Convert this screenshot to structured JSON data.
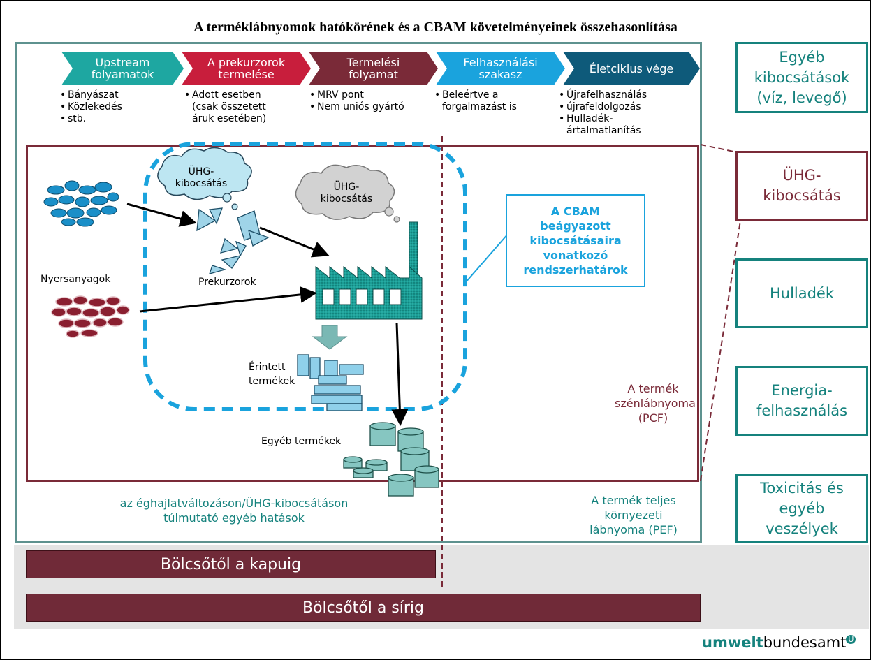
{
  "title": "A terméklábnyomok hatókörének és a CBAM követelményeinek összehasonlítása",
  "stages": [
    {
      "label": "Upstream\nfolyamatok",
      "color": "#1ea7a1"
    },
    {
      "label": "A prekurzorok\ntermelése",
      "color": "#c81e3c"
    },
    {
      "label": "Termelési\nfolyamat",
      "color": "#7a2a38"
    },
    {
      "label": "Felhasználási\nszakasz",
      "color": "#1aa3dd"
    },
    {
      "label": "Életciklus vége",
      "color": "#0e5a7a"
    }
  ],
  "stage_bullets": [
    [
      "Bányászat",
      "Közlekedés",
      "stb."
    ],
    [
      "Adott esetben\n(csak összetett\náruk esetében)"
    ],
    [
      "MRV pont",
      "Nem uniós gyártó"
    ],
    [
      "Beleértve a\nforgalmazást is"
    ],
    [
      "Újrafelhasználás",
      "újrafeldolgozás",
      "Hulladék-\nártalmatlanítás"
    ]
  ],
  "side_boxes": [
    {
      "label": "Egyéb\nkibocsátások\n(víz, levegő)"
    },
    {
      "label": "ÜHG-\nkibocsátás"
    },
    {
      "label": "Hulladék"
    },
    {
      "label": "Energia-\nfelhasználás"
    },
    {
      "label": "Toxicitás és\negyéb\nveszélyek"
    }
  ],
  "diagram": {
    "cloud1": "ÜHG-\nkibocsátás",
    "cloud2": "ÜHG-\nkibocsátás",
    "raw_materials": "Nyersanyagok",
    "precursors": "Prekurzorok",
    "affected_products": "Érintett\ntermékek",
    "other_products": "Egyéb termékek",
    "cbam_box": "A CBAM\nbeágyazott\nkibocsátásaira\nvonatkozó\nrendszerhatárok",
    "pcf_label": "A termék\nszénlábnyoma\n(PCF)",
    "pef_label": "A termék teljes\nkörnyezeti\nlábnyoma (PEF)",
    "other_effects": "az éghajlatváltozáson/ÜHG-kibocsátáson\ntúlmutató egyéb hatások"
  },
  "bars": {
    "cradle_to_gate": "Bölcsőtől a kapuig",
    "cradle_to_grave": "Bölcsőtől a sírig"
  },
  "logo": {
    "bold": "umwelt",
    "rest": "bundesamt"
  },
  "colors": {
    "teal": "#15827d",
    "dark_red": "#7a2a38",
    "cbam_blue": "#1aa3dd",
    "pef_frame": "#5e928f"
  }
}
